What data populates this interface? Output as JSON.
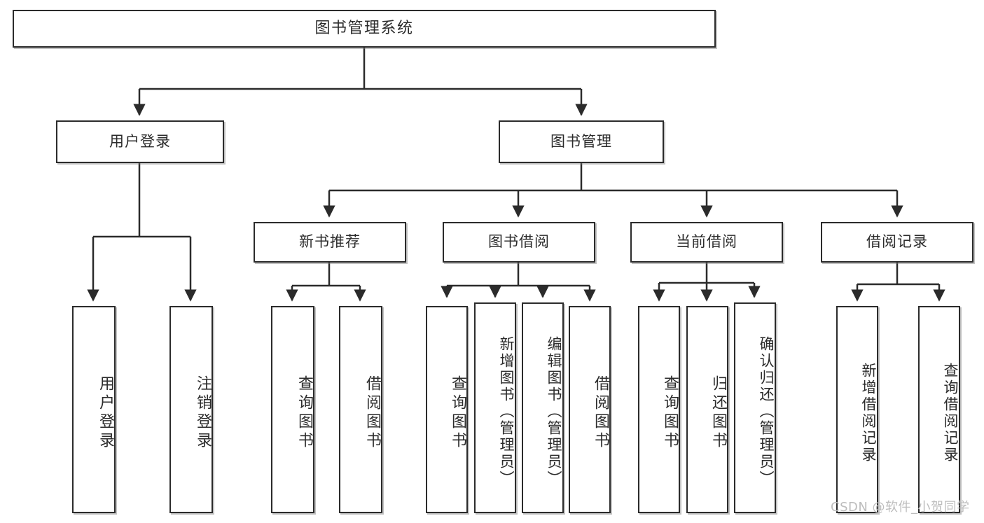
{
  "diagram": {
    "type": "hierarchy-tree",
    "title": "图书管理系统",
    "root": {
      "id": "root",
      "label": "图书管理系统"
    },
    "level2": [
      {
        "id": "user-login",
        "label": "用户登录"
      },
      {
        "id": "book-manage",
        "label": "图书管理"
      }
    ],
    "level3": [
      {
        "id": "new-book-recommend",
        "label": "新书推荐",
        "parent": "book-manage"
      },
      {
        "id": "book-borrow",
        "label": "图书借阅",
        "parent": "book-manage"
      },
      {
        "id": "current-borrow",
        "label": "当前借阅",
        "parent": "book-manage"
      },
      {
        "id": "borrow-record",
        "label": "借阅记录",
        "parent": "book-manage"
      }
    ],
    "leaves": {
      "user_login": [
        {
          "id": "leaf-user-login",
          "label": "用户登录"
        },
        {
          "id": "leaf-logout",
          "label": "注销登录"
        }
      ],
      "new_book_recommend": [
        {
          "id": "leaf-query-book-1",
          "label": "查询图书"
        },
        {
          "id": "leaf-borrow-book-1",
          "label": "借阅图书"
        }
      ],
      "book_borrow": [
        {
          "id": "leaf-query-book-2",
          "label": "查询图书"
        },
        {
          "id": "leaf-add-book-admin",
          "label": "新增图书（管理员）"
        },
        {
          "id": "leaf-edit-book-admin",
          "label": "编辑图书（管理员）"
        },
        {
          "id": "leaf-borrow-book-2",
          "label": "借阅图书"
        }
      ],
      "current_borrow": [
        {
          "id": "leaf-query-book-3",
          "label": "查询图书"
        },
        {
          "id": "leaf-return-book",
          "label": "归还图书"
        },
        {
          "id": "leaf-confirm-return-admin",
          "label": "确认归还（管理员）"
        }
      ],
      "borrow_record": [
        {
          "id": "leaf-add-borrow-record",
          "label": "新增借阅记录"
        },
        {
          "id": "leaf-query-borrow-record",
          "label": "查询借阅记录"
        }
      ]
    },
    "watermark": "CSDN @软件_小贺同学",
    "colors": {
      "stroke": "#2b2b2b",
      "fill": "#ffffff",
      "text": "#2b2b2b",
      "watermark": "#bdbdbd"
    }
  }
}
